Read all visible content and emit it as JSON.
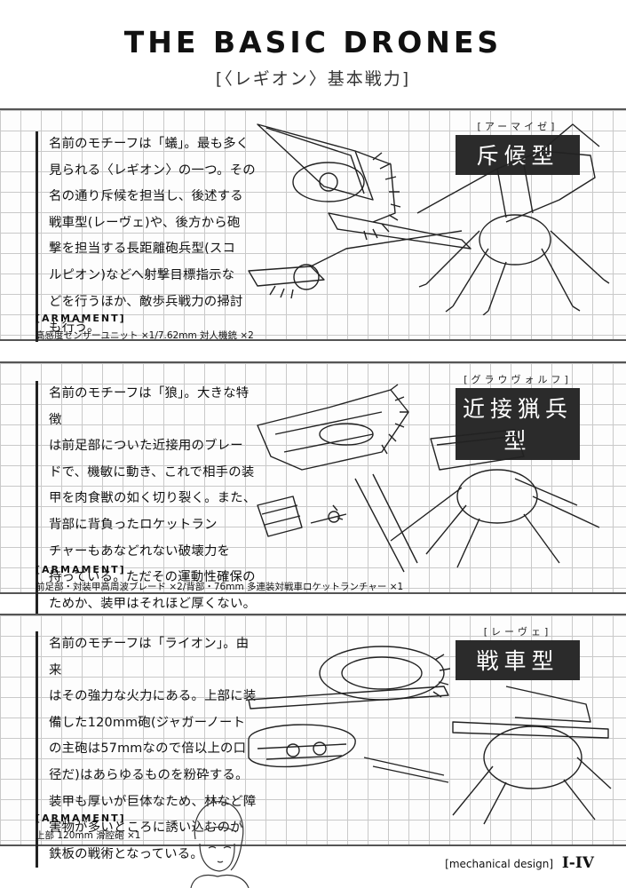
{
  "header": {
    "title": "THE BASIC DRONES",
    "subtitle": "[〈レギオン〉基本戦力]"
  },
  "drones": [
    {
      "reading": "[アーマイゼ]",
      "name": "斥候型",
      "description": [
        "名前のモチーフは「蟻」。最も多く",
        "見られる〈レギオン〉の一つ。その",
        "名の通り斥候を担当し、後述する",
        "戦車型(レーヴェ)や、後方から砲",
        "撃を担当する長距離砲兵型(スコ",
        "ルピオン)などへ射撃目標指示な",
        "どを行うほか、敵歩兵戦力の掃討",
        "も行う。"
      ],
      "armament_label": "[ARMAMENT]",
      "armament": "高感度センサーユニット ×1/7.62mm 対人機銃 ×2"
    },
    {
      "reading": "[グラウヴォルフ]",
      "name": "近接猟兵型",
      "description": [
        "名前のモチーフは「狼」。大きな特徴",
        "は前足部についた近接用のブレー",
        "ドで、機敏に動き、これで相手の装",
        "甲を肉食獣の如く切り裂く。また、",
        "背部に背負ったロケットラン",
        "チャーもあなどれない破壊力を",
        "持っている。ただその運動性確保の",
        "ためか、装甲はそれほど厚くない。"
      ],
      "armament_label": "[ARMAMENT]",
      "armament": "前足部・対装甲高周波ブレード ×2/背部・76mm 多連装対戦車ロケットランチャー ×1"
    },
    {
      "reading": "[レーヴェ]",
      "name": "戦車型",
      "description": [
        "名前のモチーフは「ライオン」。由来",
        "はその強力な火力にある。上部に装",
        "備した120mm砲(ジャガーノート",
        "の主砲は57mmなので倍以上の口",
        "径だ)はあらゆるものを粉砕する。",
        "装甲も厚いが巨体なため、林など障",
        "害物が多いところに誘い込むのが",
        "鉄板の戦術となっている。"
      ],
      "armament_label": "[ARMAMENT]",
      "armament": "上部 120mm 滑腔砲 ×1"
    }
  ],
  "footer": {
    "label": "[mechanical design]",
    "page": "I-IV"
  },
  "colors": {
    "ink": "#111111",
    "grid": "#c9c9c9",
    "name_box": "#2b2b2b"
  }
}
